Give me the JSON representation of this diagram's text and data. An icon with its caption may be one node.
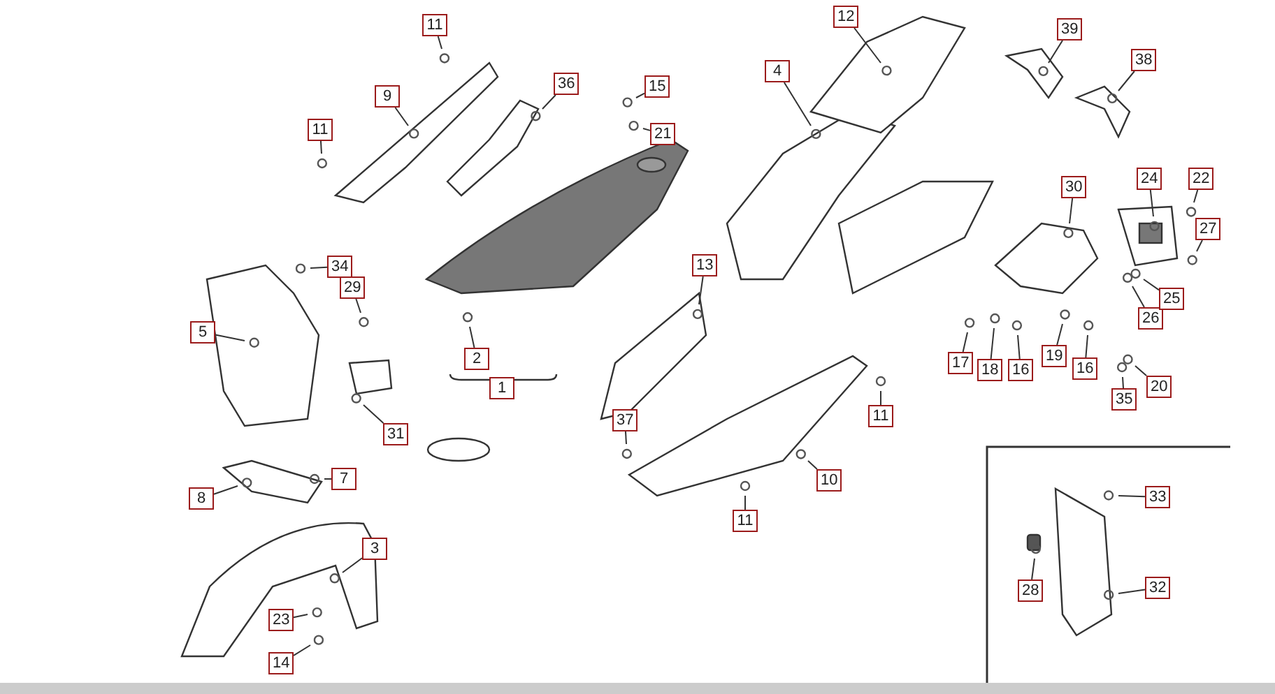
{
  "diagram": {
    "nodes": [
      {
        "text": [
          "12"
        ]
      },
      {
        "text": [
          "11"
        ]
      },
      {
        "text": [
          "39"
        ]
      },
      {
        "text": [
          "38"
        ]
      },
      {
        "text": [
          "4"
        ]
      },
      {
        "text": [
          "15"
        ]
      },
      {
        "text": [
          "36"
        ]
      },
      {
        "text": [
          "9"
        ]
      },
      {
        "text": [
          "11"
        ]
      },
      {
        "text": [
          "21"
        ]
      },
      {
        "text": [
          "24"
        ]
      },
      {
        "text": [
          "22"
        ]
      },
      {
        "text": [
          "30"
        ]
      },
      {
        "text": [
          "27"
        ]
      },
      {
        "text": [
          "13"
        ]
      },
      {
        "text": [
          "34"
        ]
      },
      {
        "text": [
          "29"
        ]
      },
      {
        "text": [
          "26"
        ]
      },
      {
        "text": [
          "25"
        ]
      },
      {
        "text": [
          "5"
        ]
      },
      {
        "text": [
          "2"
        ]
      },
      {
        "text": [
          "1"
        ]
      },
      {
        "text": [
          "17"
        ]
      },
      {
        "text": [
          "18"
        ]
      },
      {
        "text": [
          "16"
        ]
      },
      {
        "text": [
          "19"
        ]
      },
      {
        "text": [
          "16"
        ]
      },
      {
        "text": [
          "20"
        ]
      },
      {
        "text": [
          "35"
        ]
      },
      {
        "text": [
          "11"
        ]
      },
      {
        "text": [
          "37"
        ]
      },
      {
        "text": [
          "31"
        ]
      },
      {
        "text": [
          "7"
        ]
      },
      {
        "text": [
          "10"
        ]
      },
      {
        "text": [
          "8"
        ]
      },
      {
        "text": [
          "11"
        ]
      },
      {
        "text": [
          "3"
        ]
      },
      {
        "text": [
          "33"
        ]
      },
      {
        "text": [
          "23"
        ]
      },
      {
        "text": [
          "28"
        ]
      },
      {
        "text": [
          "32"
        ]
      },
      {
        "text": [
          "14"
        ]
      }
    ],
    "edges": [
      {
        "from": 0,
        "to": null,
        "arrow": "none"
      },
      {
        "from": 1,
        "to": null,
        "arrow": "none"
      },
      {
        "from": 2,
        "to": null,
        "arrow": "none"
      },
      {
        "from": 3,
        "to": null,
        "arrow": "none"
      },
      {
        "from": 4,
        "to": null,
        "arrow": "none"
      },
      {
        "from": 5,
        "to": null,
        "arrow": "none"
      },
      {
        "from": 6,
        "to": null,
        "arrow": "none"
      },
      {
        "from": 7,
        "to": null,
        "arrow": "none"
      },
      {
        "from": 8,
        "to": null,
        "arrow": "none"
      },
      {
        "from": 9,
        "to": null,
        "arrow": "none"
      },
      {
        "from": 10,
        "to": null,
        "arrow": "none"
      },
      {
        "from": 11,
        "to": null,
        "arrow": "none"
      },
      {
        "from": 12,
        "to": null,
        "arrow": "none"
      },
      {
        "from": 13,
        "to": null,
        "arrow": "none"
      },
      {
        "from": 14,
        "to": null,
        "arrow": "none"
      },
      {
        "from": 15,
        "to": null,
        "arrow": "none"
      },
      {
        "from": 16,
        "to": null,
        "arrow": "none"
      },
      {
        "from": 17,
        "to": null,
        "arrow": "none"
      },
      {
        "from": 18,
        "to": null,
        "arrow": "none"
      },
      {
        "from": 19,
        "to": null,
        "arrow": "none"
      },
      {
        "from": 20,
        "to": null,
        "arrow": "none"
      },
      {
        "from": 22,
        "to": null,
        "arrow": "none"
      },
      {
        "from": 23,
        "to": null,
        "arrow": "none"
      },
      {
        "from": 24,
        "to": null,
        "arrow": "none"
      },
      {
        "from": 25,
        "to": null,
        "arrow": "none"
      },
      {
        "from": 26,
        "to": null,
        "arrow": "none"
      },
      {
        "from": 27,
        "to": null,
        "arrow": "none"
      },
      {
        "from": 28,
        "to": null,
        "arrow": "none"
      },
      {
        "from": 29,
        "to": null,
        "arrow": "none"
      },
      {
        "from": 30,
        "to": null,
        "arrow": "none"
      },
      {
        "from": 31,
        "to": null,
        "arrow": "none"
      },
      {
        "from": 32,
        "to": null,
        "arrow": "none"
      },
      {
        "from": 33,
        "to": null,
        "arrow": "none"
      },
      {
        "from": 34,
        "to": null,
        "arrow": "none"
      },
      {
        "from": 35,
        "to": null,
        "arrow": "none"
      },
      {
        "from": 36,
        "to": null,
        "arrow": "none"
      },
      {
        "from": 37,
        "to": null,
        "arrow": "none"
      },
      {
        "from": 38,
        "to": null,
        "arrow": "none"
      },
      {
        "from": 39,
        "to": null,
        "arrow": "none"
      },
      {
        "from": 40,
        "to": null,
        "arrow": "none"
      },
      {
        "from": 41,
        "to": null,
        "arrow": "none"
      }
    ]
  }
}
